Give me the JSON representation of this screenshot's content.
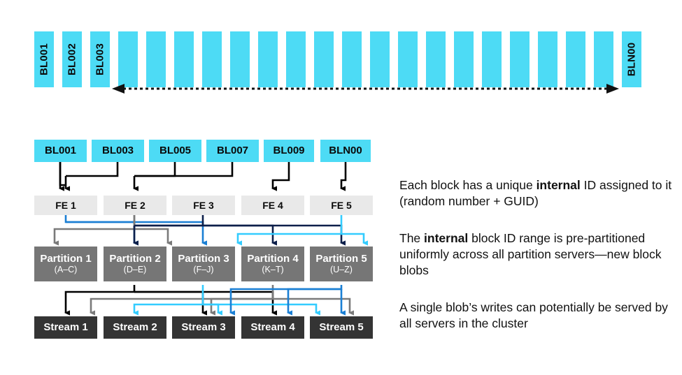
{
  "palette": {
    "blob_cyan": "#4ddbf5",
    "fe_gray": "#e9e9e9",
    "partition_gray": "#767676",
    "stream_dark": "#343434",
    "wire_black": "#000000",
    "wire_gray": "#7a7a7a",
    "wire_blue": "#1a7fd4",
    "wire_navy": "#0d1f4a",
    "wire_cyan": "#33ccff",
    "text_black": "#111111",
    "background": "#ffffff"
  },
  "block_strip": {
    "total_blocks": 22,
    "labeled": [
      {
        "index": 0,
        "label": "BL001"
      },
      {
        "index": 1,
        "label": "BL002"
      },
      {
        "index": 2,
        "label": "BL003"
      },
      {
        "index": 21,
        "label": "BLN00"
      }
    ],
    "range_arrow": {
      "name": "double-headed-range-arrow",
      "style": "dotted",
      "direction": "both"
    }
  },
  "blocks": [
    {
      "label": "BL001"
    },
    {
      "label": "BL003"
    },
    {
      "label": "BL005"
    },
    {
      "label": "BL007"
    },
    {
      "label": "BL009"
    },
    {
      "label": "BLN00"
    }
  ],
  "front_ends": [
    {
      "label": "FE 1"
    },
    {
      "label": "FE 2"
    },
    {
      "label": "FE 3"
    },
    {
      "label": "FE 4"
    },
    {
      "label": "FE 5"
    }
  ],
  "partitions": [
    {
      "title": "Partition 1",
      "range": "(A–C)"
    },
    {
      "title": "Partition 2",
      "range": "(D–E)"
    },
    {
      "title": "Partition 3",
      "range": "(F–J)"
    },
    {
      "title": "Partition 4",
      "range": "(K–T)"
    },
    {
      "title": "Partition 5",
      "range": "(U–Z)"
    }
  ],
  "streams": [
    {
      "label": "Stream 1"
    },
    {
      "label": "Stream 2"
    },
    {
      "label": "Stream 3"
    },
    {
      "label": "Stream 4"
    },
    {
      "label": "Stream 5"
    }
  ],
  "notes": {
    "note1_pre": "Each block has a unique ",
    "note1_bold": "internal",
    "note1_post": " ID assigned to it (random number + GUID)",
    "note2_pre": "The ",
    "note2_bold": "internal",
    "note2_post": " block ID range is pre-partitioned uniformly across all partition servers—new block blobs",
    "note3": "A single blob’s writes can potentially be served by all servers in the cluster"
  }
}
